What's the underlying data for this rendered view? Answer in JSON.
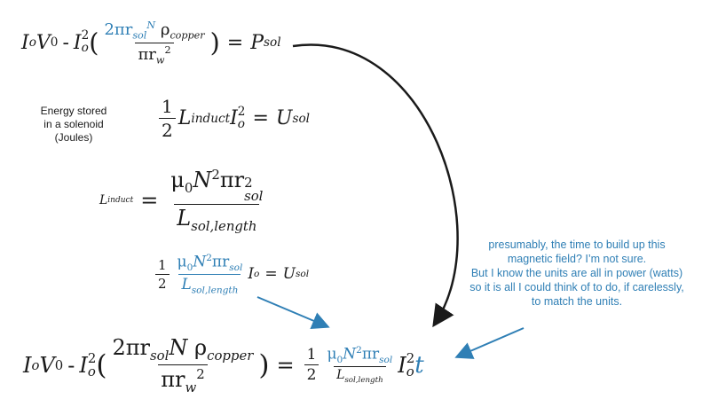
{
  "eq1": {
    "i": "I",
    "o": "o",
    "v": "V",
    "zero": "0",
    "minus": "-",
    "two": "2",
    "num_blue": "2πr",
    "num_sub": "sol",
    "num_n": "N",
    "rho": "ρ",
    "rho_sub": "copper",
    "den": "πr",
    "den_sub": "w",
    "eq": "=",
    "rhs": "P",
    "rhs_sub": "sol",
    "lp": "(",
    "rp": ")"
  },
  "label": {
    "line1": "Energy stored",
    "line2": "in a solenoid (Joules)"
  },
  "eq2": {
    "one": "1",
    "two": "2",
    "l": "L",
    "l_sub": "induct",
    "i": "I",
    "o": "o",
    "eq": "=",
    "u": "U",
    "u_sub": "sol"
  },
  "eq3": {
    "l": "L",
    "l_sub": "induct",
    "eq": "=",
    "num": "μ",
    "num_0": "0",
    "num_n": "N",
    "num_pi": "πr",
    "num_sub": "sol",
    "den": "L",
    "den_sub": "sol,length"
  },
  "eq4": {
    "one": "1",
    "two": "2",
    "num": "μ",
    "num_0": "0",
    "num_n": "N",
    "num_pi": "πr",
    "num_sub": "sol",
    "den": "L",
    "den_sub": "sol,length",
    "i": "I",
    "o": "o",
    "eq": "=",
    "u": "U",
    "u_sub": "sol"
  },
  "eq5": {
    "t": "t"
  },
  "note": {
    "lines": [
      "presumably, the time to build up this",
      "magnetic field? I’m  not sure.",
      "But I know the units are all in power (watts)",
      "so it is all I could think of to do, if carelessly,",
      "to match the units."
    ]
  },
  "colors": {
    "blue": "#2f7fb5",
    "black": "#1a1a1a"
  }
}
